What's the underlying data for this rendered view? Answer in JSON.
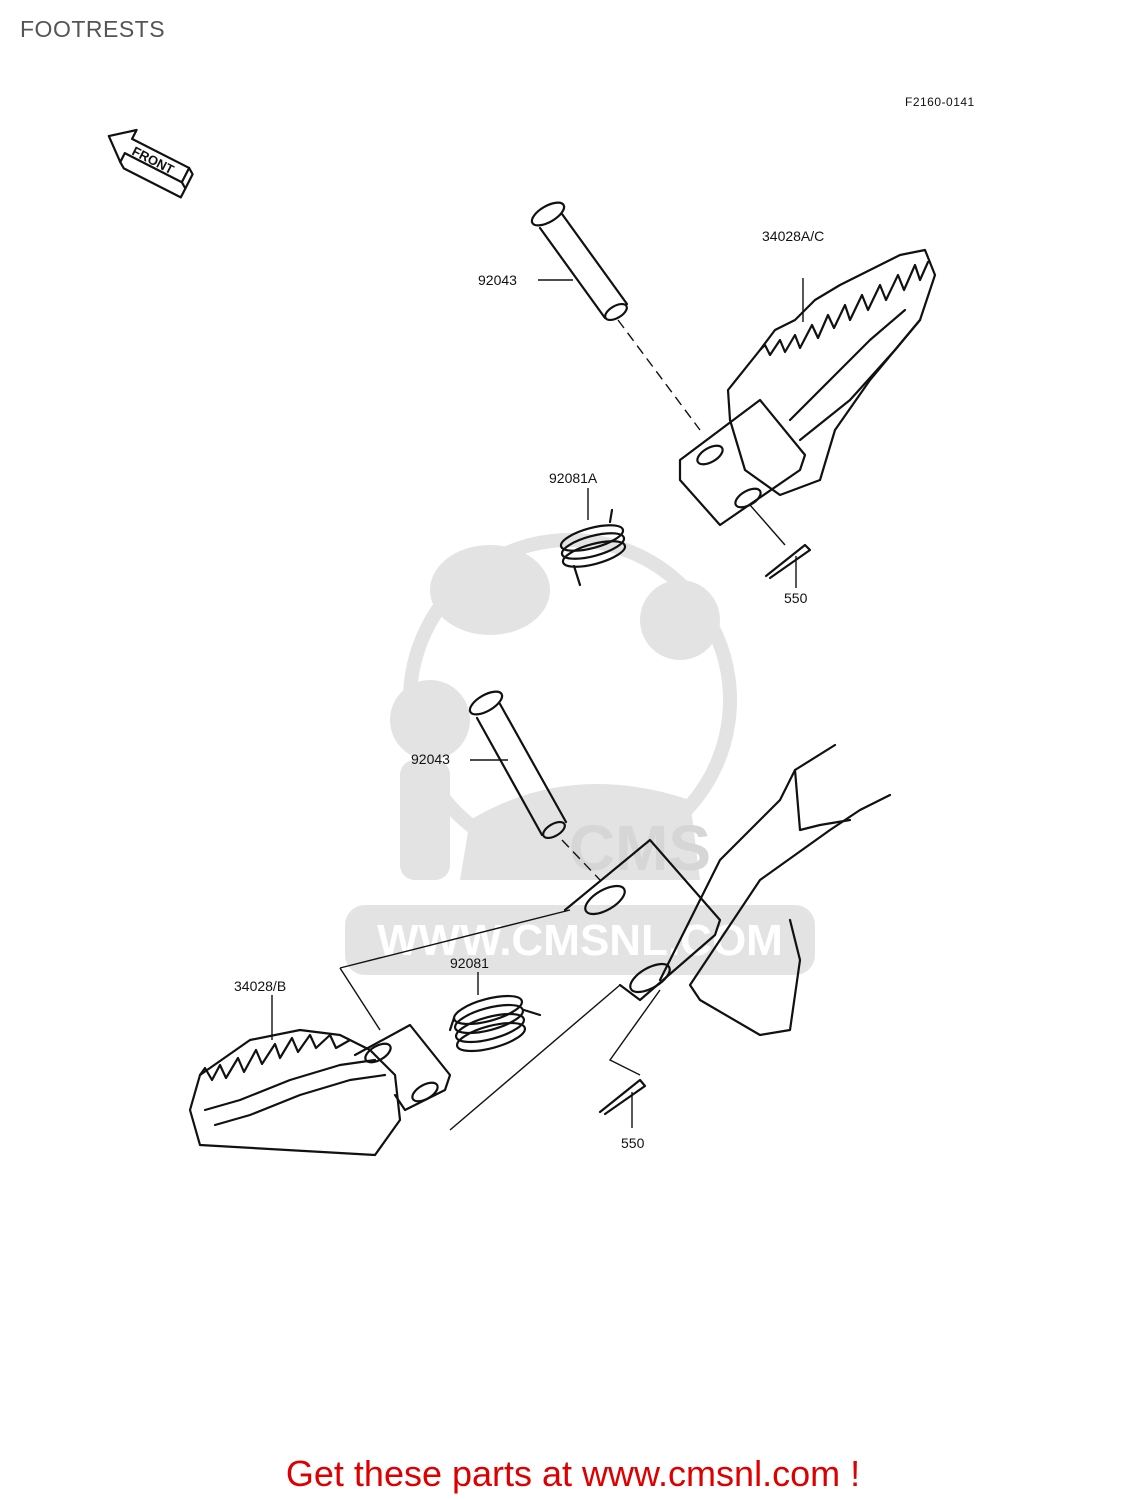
{
  "header": {
    "title": "FOOTRESTS",
    "figure_code": "F2160-0141"
  },
  "front_arrow": {
    "label": "FRONT",
    "icon": "front-arrow-icon"
  },
  "parts": [
    {
      "id": "pin-top",
      "number": "92043"
    },
    {
      "id": "footrest-right",
      "number": "34028A/C"
    },
    {
      "id": "spring-top",
      "number": "92081A"
    },
    {
      "id": "cotter-top",
      "number": "550"
    },
    {
      "id": "pin-bottom",
      "number": "92043"
    },
    {
      "id": "footrest-left",
      "number": "34028/B"
    },
    {
      "id": "spring-bottom",
      "number": "92081"
    },
    {
      "id": "cotter-bottom",
      "number": "550"
    }
  ],
  "watermark": {
    "text": "WWW.CMSNL.COM",
    "logo_text": "CMS"
  },
  "footer": {
    "link_text": "Get these parts at www.cmsnl.com !",
    "color": "#dd0000"
  }
}
